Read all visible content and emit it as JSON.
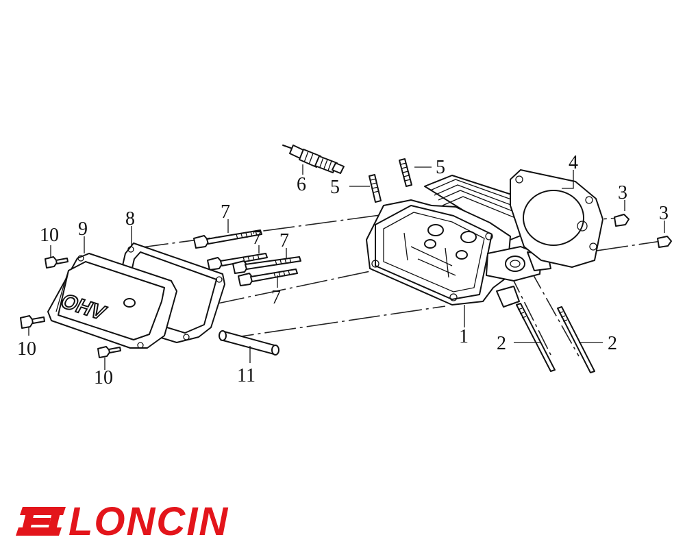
{
  "diagram": {
    "callouts": [
      {
        "id": "c1",
        "text": "1"
      },
      {
        "id": "c2a",
        "text": "2"
      },
      {
        "id": "c2b",
        "text": "2"
      },
      {
        "id": "c3a",
        "text": "3"
      },
      {
        "id": "c3b",
        "text": "3"
      },
      {
        "id": "c4",
        "text": "4"
      },
      {
        "id": "c5a",
        "text": "5"
      },
      {
        "id": "c5b",
        "text": "5"
      },
      {
        "id": "c6",
        "text": "6"
      },
      {
        "id": "c7a",
        "text": "7"
      },
      {
        "id": "c7b",
        "text": "7"
      },
      {
        "id": "c7c",
        "text": "7"
      },
      {
        "id": "c7d",
        "text": "7"
      },
      {
        "id": "c8",
        "text": "8"
      },
      {
        "id": "c9",
        "text": "9"
      },
      {
        "id": "c10a",
        "text": "10"
      },
      {
        "id": "c10b",
        "text": "10"
      },
      {
        "id": "c10c",
        "text": "10"
      },
      {
        "id": "c11",
        "text": "11"
      }
    ],
    "cover_marking": "OHV"
  },
  "brand": {
    "logo_text": "LONCIN",
    "color": "#e3151b"
  }
}
